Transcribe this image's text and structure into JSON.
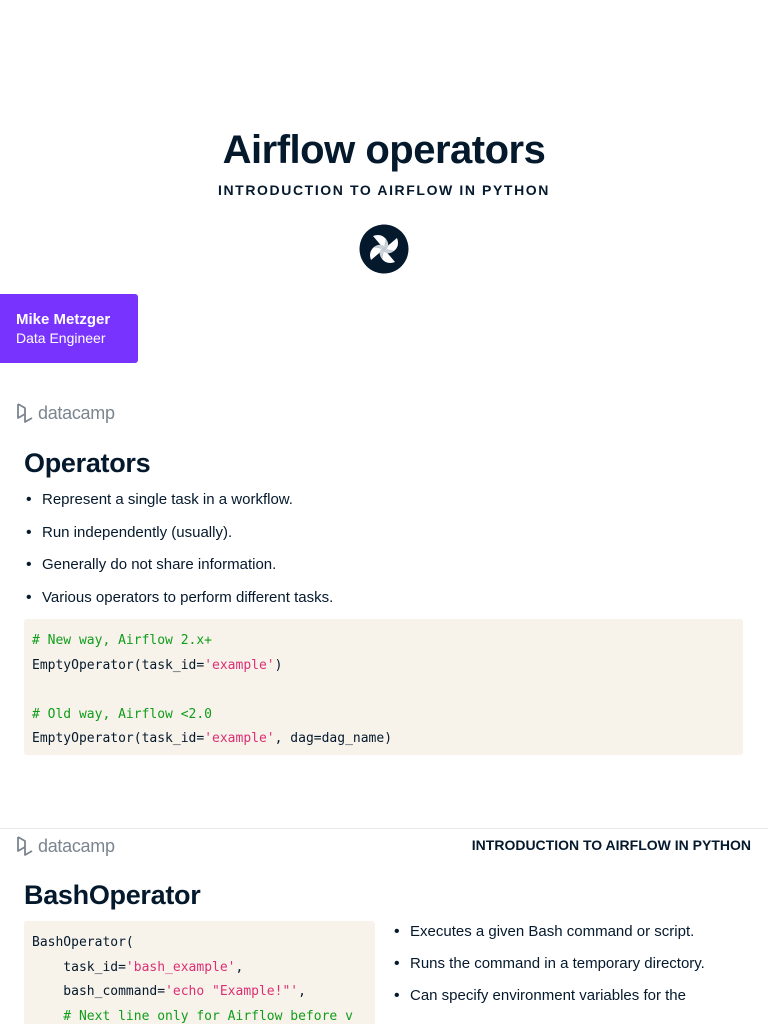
{
  "title_slide": {
    "title": "Airflow operators",
    "subtitle": "INTRODUCTION TO AIRFLOW IN PYTHON",
    "logo_icon": "airflow-pinwheel-icon",
    "author_name": "Mike Metzger",
    "author_role": "Data Engineer"
  },
  "brand": {
    "name": "datacamp",
    "icon": "datacamp-logo-icon"
  },
  "slide_operators": {
    "heading": "Operators",
    "bullets": [
      "Represent a single task in a workflow.",
      "Run independently (usually).",
      "Generally do not share information.",
      "Various operators to perform different tasks."
    ],
    "code": {
      "comment1": "# New way, Airflow 2.x+",
      "line1_prefix": "EmptyOperator(task_id=",
      "line1_string": "'example'",
      "line1_suffix": ")",
      "comment2": "# Old way, Airflow <2.0",
      "line2_prefix": "EmptyOperator(task_id=",
      "line2_string": "'example'",
      "line2_suffix": ", dag=dag_name)"
    }
  },
  "slide_bash": {
    "course_title": "INTRODUCTION TO AIRFLOW IN PYTHON",
    "heading": "BashOperator",
    "code": {
      "line1": "BashOperator(",
      "line2_prefix": "    task_id=",
      "line2_string": "'bash_example'",
      "line2_suffix": ",",
      "line3_prefix": "    bash_command=",
      "line3_string": "'echo \"Example!\"'",
      "line3_suffix": ",",
      "line4_comment": "    # Next line only for Airflow before v"
    },
    "bullets": [
      "Executes a given Bash command or script.",
      "Runs the command in a temporary directory.",
      "Can specify environment variables for the"
    ]
  },
  "colors": {
    "navy": "#05192d",
    "purple": "#7933ff",
    "code_bg": "#f7f3eb",
    "comment_green": "#109d1a",
    "string_pink": "#dc2f74",
    "brand_gray": "#7b8590"
  }
}
